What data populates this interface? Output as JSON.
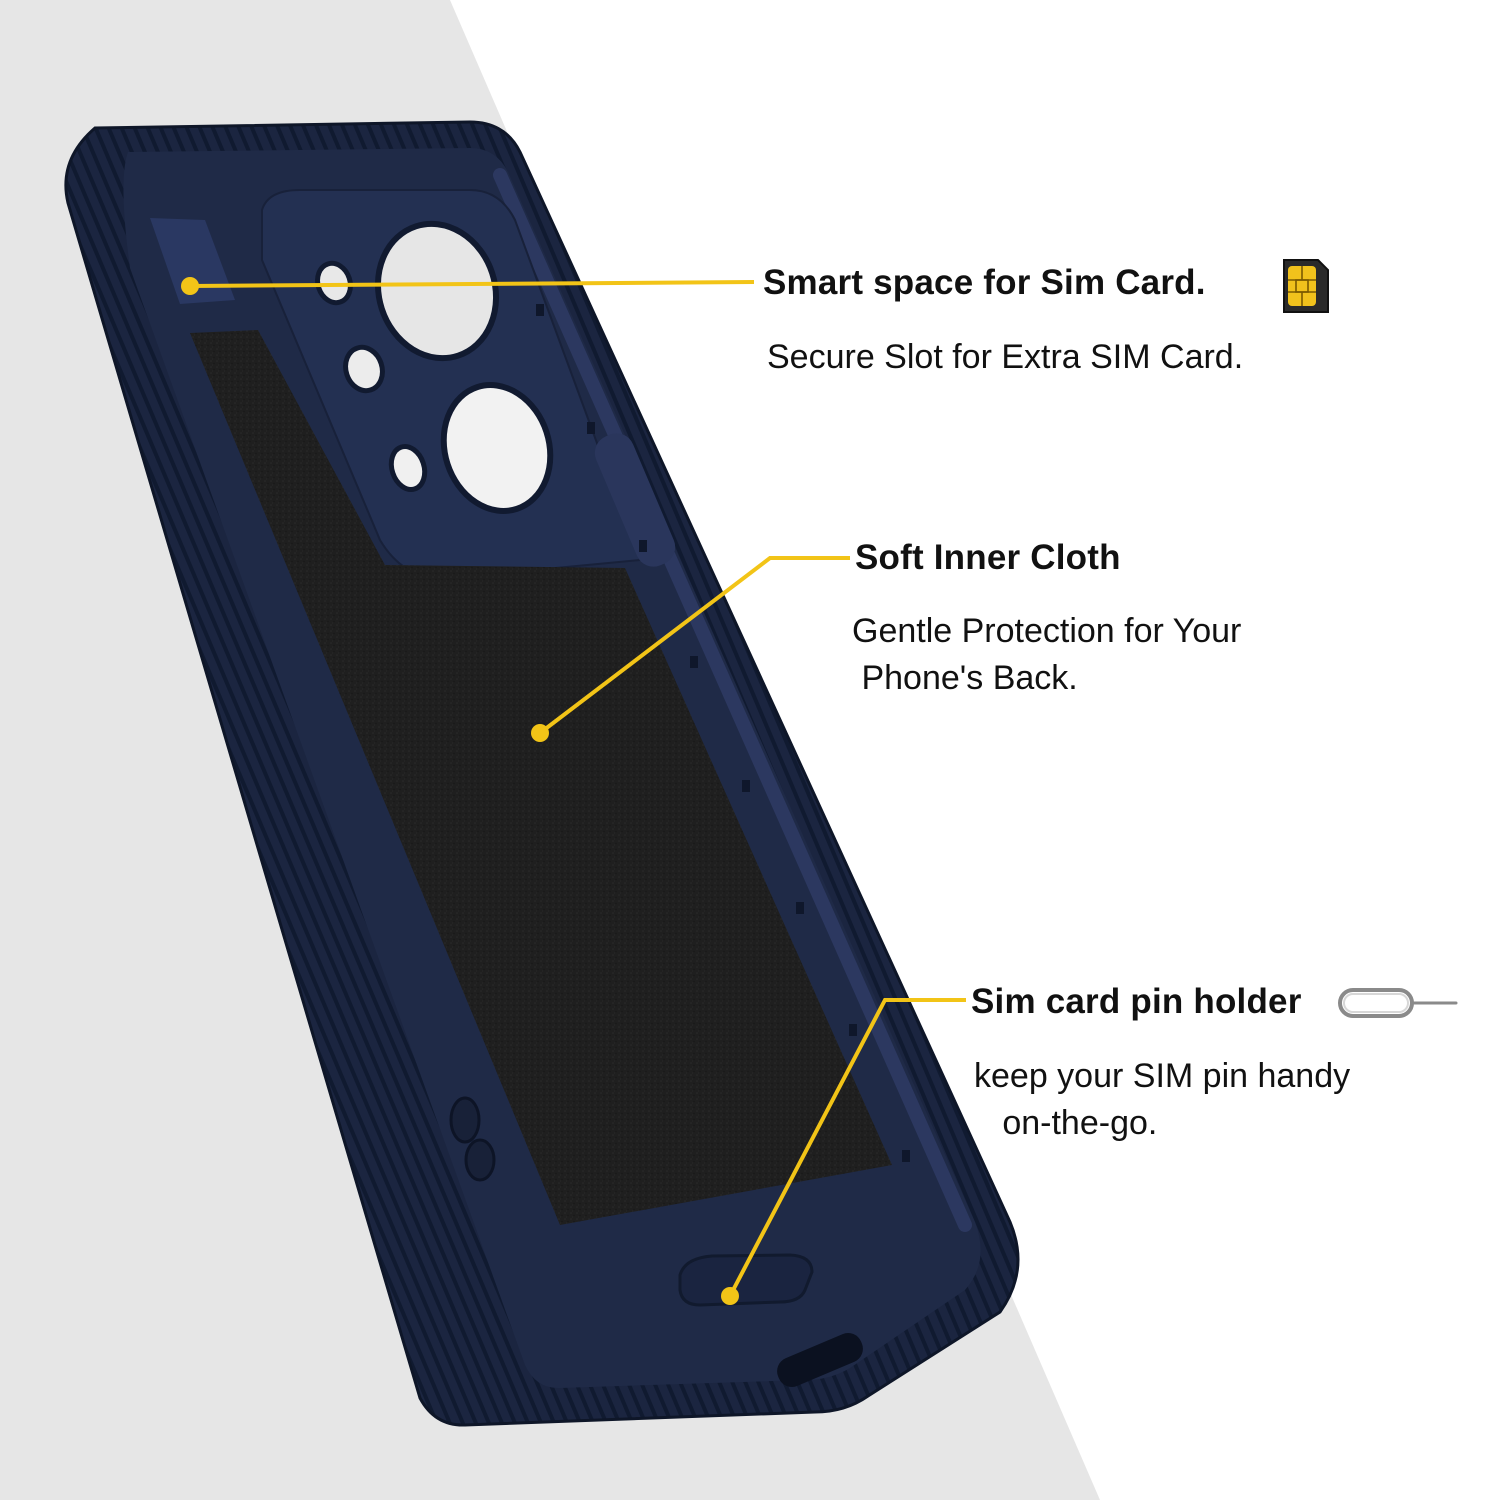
{
  "colors": {
    "background_gray": "#e6e6e6",
    "background_white": "#ffffff",
    "case_navy": "#1b2540",
    "cloth_black": "#1e1e1e",
    "accent_yellow": "#f2c417",
    "text": "#111111"
  },
  "callouts": {
    "sim_space": {
      "title": "Smart space for Sim Card.",
      "description": "Secure Slot for Extra SIM Card.",
      "icon": "sim-card-icon"
    },
    "inner_cloth": {
      "title": "Soft Inner Cloth",
      "description": "Gentle Protection for Your\n Phone's Back."
    },
    "pin_holder": {
      "title": "Sim card pin holder",
      "description": "keep your SIM pin handy\n   on-the-go.",
      "icon": "sim-eject-pin-icon"
    }
  }
}
